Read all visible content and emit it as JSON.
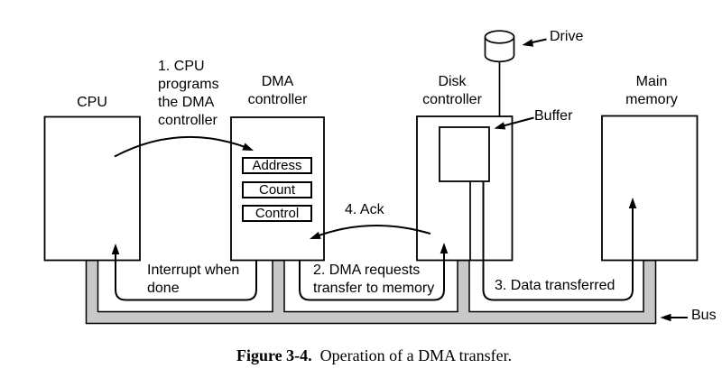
{
  "diagram": {
    "boxes": {
      "cpu": "CPU",
      "dma": [
        "DMA",
        "controller"
      ],
      "disk": [
        "Disk",
        "controller"
      ],
      "memory": [
        "Main",
        "memory"
      ]
    },
    "registers": [
      "Address",
      "Count",
      "Control"
    ],
    "steps": {
      "step1": [
        "1. CPU",
        "programs",
        "the DMA",
        "controller"
      ],
      "step2": [
        "2. DMA requests",
        "transfer to memory"
      ],
      "step3": "3. Data transferred",
      "step4": "4. Ack",
      "interrupt": [
        "Interrupt when",
        "done"
      ]
    },
    "callouts": {
      "drive": "Drive",
      "buffer": "Buffer",
      "bus": "Bus"
    },
    "caption": {
      "label": "Figure 3-4.",
      "text": "Operation of a DMA transfer."
    },
    "colors": {
      "line": "#000000",
      "bus_fill": "#c8c8c8",
      "background": "#ffffff"
    }
  }
}
